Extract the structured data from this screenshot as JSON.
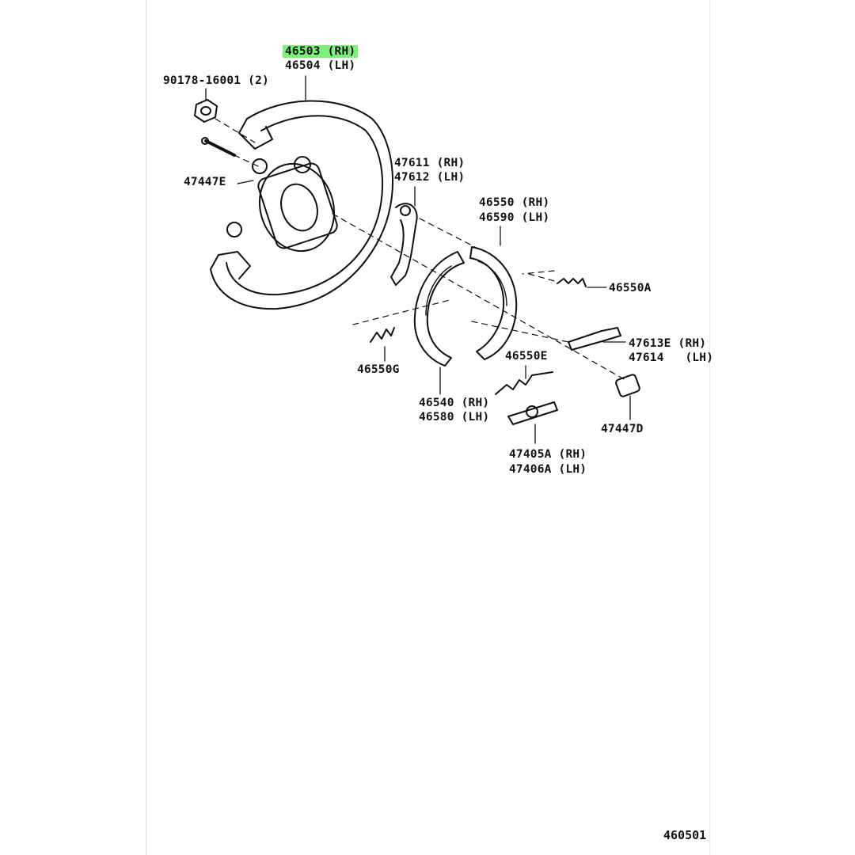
{
  "diagram": {
    "parts": {
      "p46503": "46503 (RH)",
      "p46504": "46504 (LH)",
      "p90178": "90178-16001 (2)",
      "p47447E": "47447E",
      "p47611": "47611 (RH)",
      "p47612": "47612 (LH)",
      "p46550": "46550 (RH)",
      "p46590": "46590 (LH)",
      "p46550A": "46550A",
      "p47613E": "47613E (RH)",
      "p47614": "47614   (LH)",
      "p46550G": "46550G",
      "p46550E": "46550E",
      "p46540": "46540 (RH)",
      "p46580": "46580 (LH)",
      "p47447D": "47447D",
      "p47405A": "47405A (RH)",
      "p47406A": "47406A (LH)"
    },
    "highlight_color": "#7df07a",
    "figure_code": "460501"
  }
}
